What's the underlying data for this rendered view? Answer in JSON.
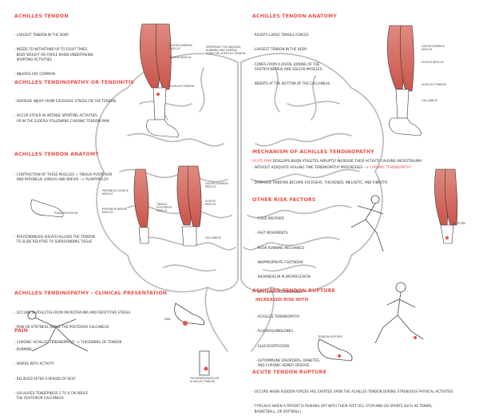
{
  "left": {
    "tendon": {
      "title": "ACHILLES TENDON",
      "bullets": [
        "LARGEST TENDON IN THE BODY",
        "NEEDS TO WITHSTAND UP TO EIGHT TIMES\n  BODY WEIGHT OR FORCE WHEN UNDERTAKING\n  SPORTING ACTIVITIES",
        "INJURIES ARE COMMON"
      ],
      "labels": {
        "gastro": "GASTROCNEMIUS\nMUSCLE",
        "soleus": "SOLEUS MUSCLE",
        "important": "IMPORTANT FOR WALKING,\nRUNNING AND JUMPING\nFORM THE ACHILLES TENDON",
        "achilles": "ACHILLES TENDON"
      }
    },
    "tendinopathy": {
      "title": "ACHILLES TENDINOPATHY OR TENDINITIS",
      "bullets": [
        "OVERUSE INJURY FROM EXCESSIVE STRESS ON THE TENDON",
        "OCCUR EITHER IN INTENSE SPORTING ACTIVITIES\n  OR IN THE ELDERLY FOLLOWING CHRONIC TENDON PAIN"
      ]
    },
    "anatomy": {
      "title": "ACHILLES TENDON ANATOMY",
      "bullets": [
        "CONTRACTION OF THESE MUSCLES + TIBIALIS POSTERIOR\n  AND PERONEUS LONGUS AND BREVIS --> PLANTARFLEX"
      ],
      "plantar": "PLANTARFLEXION",
      "sheath": "- PERITENDINOUS SHEATH ALLOWS THE TENDON\n  TO SLIDE RELATIVE TO SURROUNDING TISSUE",
      "labels": {
        "peroneus": "PERONEUS LONGUS\nMUSCLE",
        "brevis": "PERONEUS BREVIS\nMUSCLE",
        "tibialis": "TIBIALIS\nPOSTERIOR\nMUSCLE",
        "gastro": "GASTROCNEMIUS\nMUSCLE",
        "soleus": "SOLEUS\nMUSCLE",
        "calcaneus": "CALCANEUS"
      }
    },
    "clinical": {
      "title": "ACHILLES TENDINOPATHY - CLINICAL PRESENTATION",
      "bullets": [
        "OCCURS IN ATHLETES FROM MICROTRAUMA AND REPETITIVE STRESS",
        "PAIN OR STIFFNESS ABOVE THE POSTERIOR CALCANEUS",
        "CHRONIC ACHILLES TENDINOPATHY -> THICKENING OF TENDON"
      ],
      "pain_title": "PAIN",
      "pain": [
        "BURNING",
        "WORSE WITH ACTIVITY",
        "RELIEVED AFTER A PERIOD OF REST",
        "LOCALISED TENDERNESS 2 TO 6 CM ABOVE\n  THE POSTERIOR CALCANEUS"
      ],
      "pain_label": "PAIN",
      "thick_label": "THICKENED/SWOLLEN\nACHILLES TENDON"
    }
  },
  "right": {
    "anatomy": {
      "title": "ACHILLES TENDON ANATOMY",
      "bullets": [
        "RESISTS LARGE TENSILE FORCES",
        "LARGEST TENDON IN THE BODY",
        "COMES FROM A DISTAL JOINING OF THE\n  GASTROCNEMIUS AND SOLEUS MUSCLES",
        "INSERTS AT THE BOTTOM OF THE CALCANEUS"
      ],
      "labels": {
        "gastro": "GASTROCNEMIUS\nMUSCLE",
        "soleus": "SOLEUS MUSCLE",
        "achilles": "ACHILLES TENDON",
        "calcaneus": "CALCANEUS"
      }
    },
    "mechanism": {
      "title": "MECHANISM OF ACHILLES TENDINOPATHY",
      "line1a": "ACUTE PAIN",
      "line1b": " DEVELOPS WHEN ATHLETES ABRUPTLY INCREASE THEIR ACTIVITY CAUSING MICROTRAUMA",
      "line2a": "- WITHOUT ADEQUATE HEALING TIME TENDINOPATHY PROGRESSES --> ",
      "line2b": "CHRONIC TENDINOPATHY",
      "line3": "- DAMAGED TENDONS BECOME EXCESSIVE, THICKENED, INELASTIC, AND FIBROTIC"
    },
    "risk": {
      "title": "OTHER RISK FACTORS",
      "bullets": [
        "COLD WEATHER",
        "FAST MOVEMENTS",
        "POOR RUNNING MECHANICS",
        "INAPPROPRIATE FOOTWEAR",
        "WEAKNESS IN PLANTARFLEXION",
        "LEG LENGTH DISCREPANCY"
      ],
      "rupture_label": "RUPTURE"
    },
    "rupture": {
      "title": "ACHILLES TENDON RUPTURE",
      "sub": "INCREASED RISK WITH",
      "bullets": [
        "ACHILLES TENDINOPATHY",
        "FLUOROQUINOLONES",
        "GLUCOCORTICOIDS",
        "AUTOIMMUNE DISORDERS, DIABETES,\n  AND CHRONIC KIDNEY DISEASE"
      ],
      "label": "TENDON RUPTURE"
    },
    "acute": {
      "title": "ACUTE TENDON RUPTURE",
      "bullets": [
        "OCCURS WHEN SUDDEN FORCES ARE EXERTED UPON THE ACHILLES TENDON DURING STRENUOUS PHYSICAL ACTIVITIES",
        "TYPICALLY WHEN A PATIENT IS PUSHING OFF WITH THEIR FEET (EG, STOP-AND-GO SPORTS SUCH AS TENNIS,\n  BASKETBALL, OR SOFTBALL)"
      ]
    }
  },
  "colors": {
    "accent": "#e8504a",
    "muscle": "#d8665c",
    "brain": "#b8b8b8"
  }
}
